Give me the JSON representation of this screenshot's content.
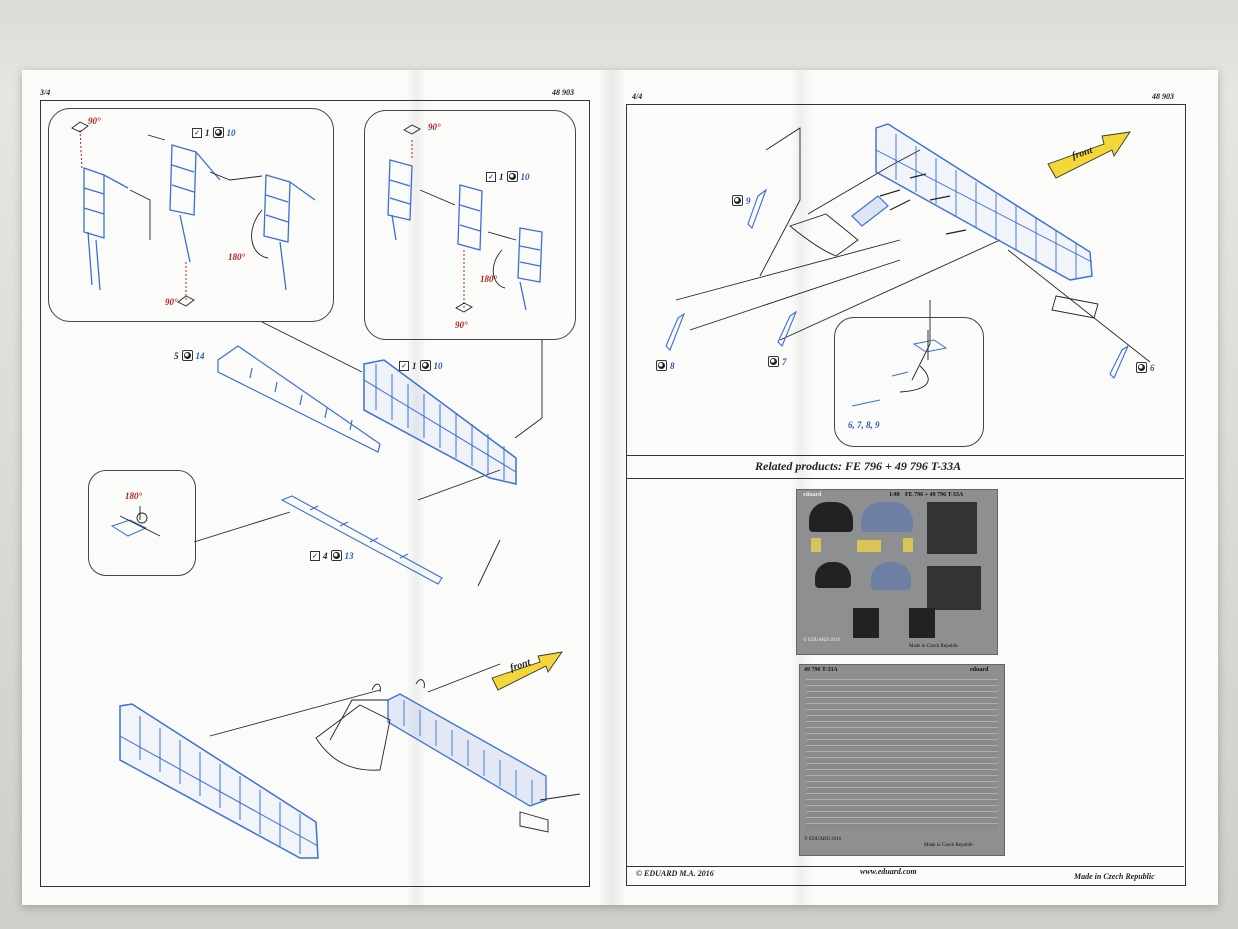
{
  "left_page": {
    "page_number": "3/4",
    "kit_code": "48 903",
    "detail_top_left": {
      "angle_top": "90°",
      "angle_mid": "180°",
      "angle_bottom": "90°"
    },
    "detail_top_right": {
      "angle_top": "90°",
      "angle_mid": "180°",
      "angle_bottom": "90°"
    },
    "detail_small": {
      "angle": "180°"
    },
    "refs": [
      {
        "num": "1",
        "part": "10"
      },
      {
        "num": "1",
        "part": "10"
      },
      {
        "num": "5",
        "part": "14"
      },
      {
        "num": "1",
        "part": "10"
      },
      {
        "num": "4",
        "part": "13"
      }
    ],
    "front_label": "front"
  },
  "right_page": {
    "page_number": "4/4",
    "kit_code": "48 903",
    "parts": [
      "9",
      "8",
      "7",
      "6"
    ],
    "detail_label": "6, 7, 8, 9",
    "front_label": "front",
    "related_title": "Related products:  FE 796 + 49 796     T-33A",
    "sheet1": {
      "brand": "eduard",
      "scale": "1/48",
      "code": "FE 796 + 49 796  T-33A",
      "copyright": "© EDUARD 2016",
      "made": "Made in Czech Republic"
    },
    "sheet2": {
      "code": "49 796  T-33A",
      "brand": "eduard",
      "copyright": "© EDUARD 2016",
      "made": "Made in Czech Republic"
    },
    "footer_left": "© EDUARD  M.A. 2016",
    "footer_center": "www.eduard.com",
    "footer_right": "Made in Czech Republic"
  },
  "colors": {
    "line_blue": "#3a6fd8",
    "red": "#b52020",
    "front_yellow": "#f3d637"
  }
}
